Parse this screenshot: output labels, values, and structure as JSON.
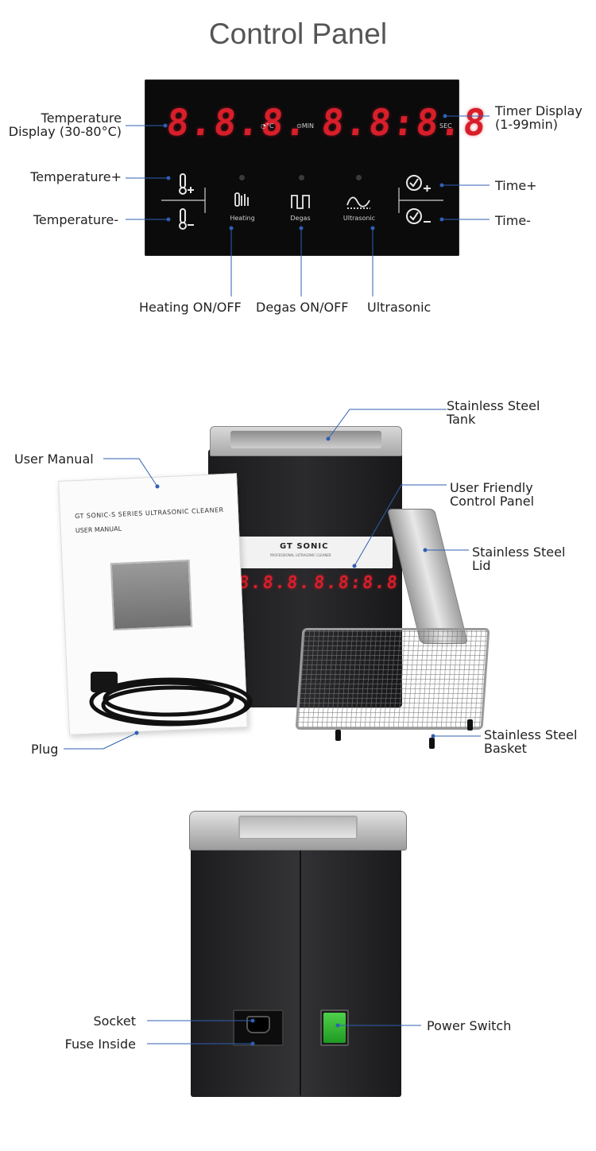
{
  "title": "Control Panel",
  "panel": {
    "temp_digits": "8.8.8.",
    "temp_unit": "°C",
    "min_label": "MIN",
    "time_digits": "8.8:8.8",
    "sec_label": "SEC",
    "heating_label": "Heating",
    "degas_label": "Degas",
    "ultrasonic_label": "Ultrasonic"
  },
  "callouts": {
    "temperature_display": [
      "Temperature",
      "Display (30-80°C)"
    ],
    "timer_display": [
      "Timer Display",
      "(1-99min)"
    ],
    "temperature_plus": "Temperature+",
    "temperature_minus": "Temperature-",
    "time_plus": "Time+",
    "time_minus": "Time-",
    "heating_onoff": "Heating ON/OFF",
    "degas_onoff": "Degas ON/OFF",
    "ultrasonic": "Ultrasonic"
  },
  "product": {
    "manual_title": "GT SONIC-S SERIES ULTRASONIC CLEANER",
    "manual_sub": "USER MANUAL",
    "brand": "GT SONIC",
    "brand_sub": "PROFESSIONAL ULTRASONIC CLEANER",
    "labels": {
      "user_manual": "User Manual",
      "tank": [
        "Stainless Steel",
        "Tank"
      ],
      "control_panel": [
        "User Friendly",
        "Control Panel"
      ],
      "lid": [
        "Stainless Steel",
        "Lid"
      ],
      "basket": [
        "Stainless Steel",
        "Basket"
      ],
      "plug": "Plug"
    }
  },
  "back": {
    "socket": "Socket",
    "fuse": "Fuse Inside",
    "power_switch": "Power Switch"
  },
  "colors": {
    "callout_line": "#2f5fb3",
    "display_red": "#d81e2a",
    "switch_green": "#2fbf2f"
  }
}
